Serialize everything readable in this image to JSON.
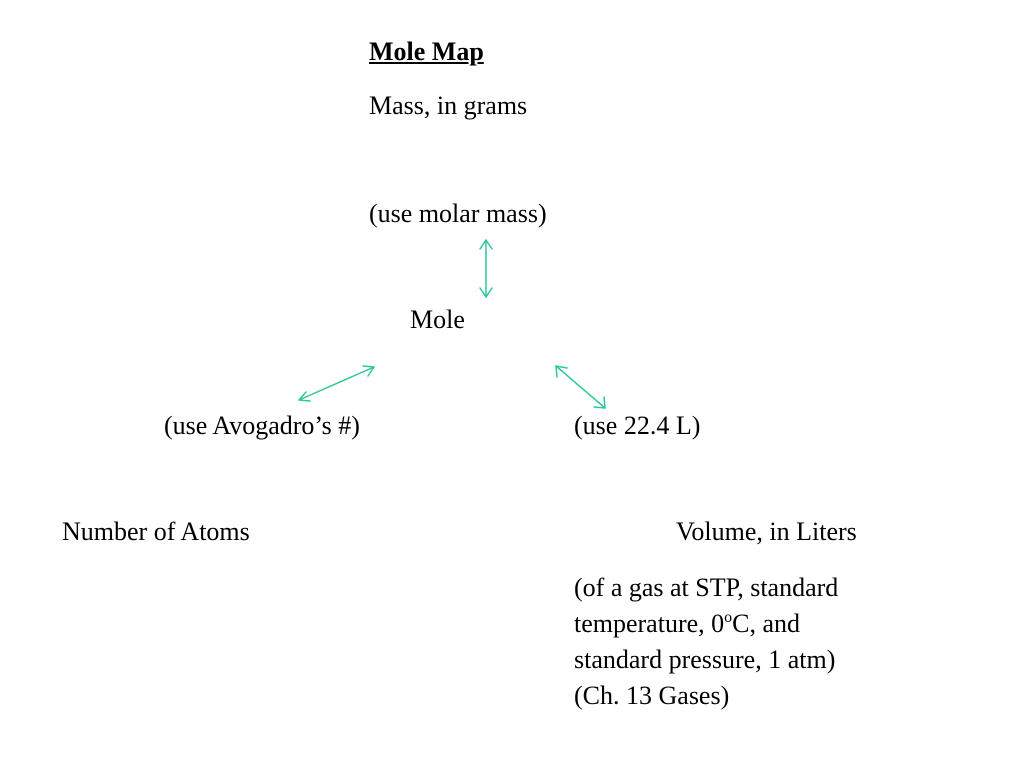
{
  "title": "Mole Map",
  "nodes": {
    "mass": "Mass, in grams",
    "molar_mass": "(use molar mass)",
    "mole": "Mole",
    "avogadro": "(use Avogadro’s #)",
    "liters_conversion": "(use 22.4 L)",
    "atoms": "Number of Atoms",
    "volume": "Volume, in Liters"
  },
  "stp_note": {
    "line1": "(of a gas at STP, standard",
    "line2_pre": "temperature, 0",
    "line2_sup": "o",
    "line2_post": "C, and",
    "line3": "standard pressure, 1 atm)",
    "line4": "(Ch. 13 Gases)"
  },
  "colors": {
    "arrow": "#2fc79a",
    "text": "#000000",
    "background": "#ffffff"
  }
}
